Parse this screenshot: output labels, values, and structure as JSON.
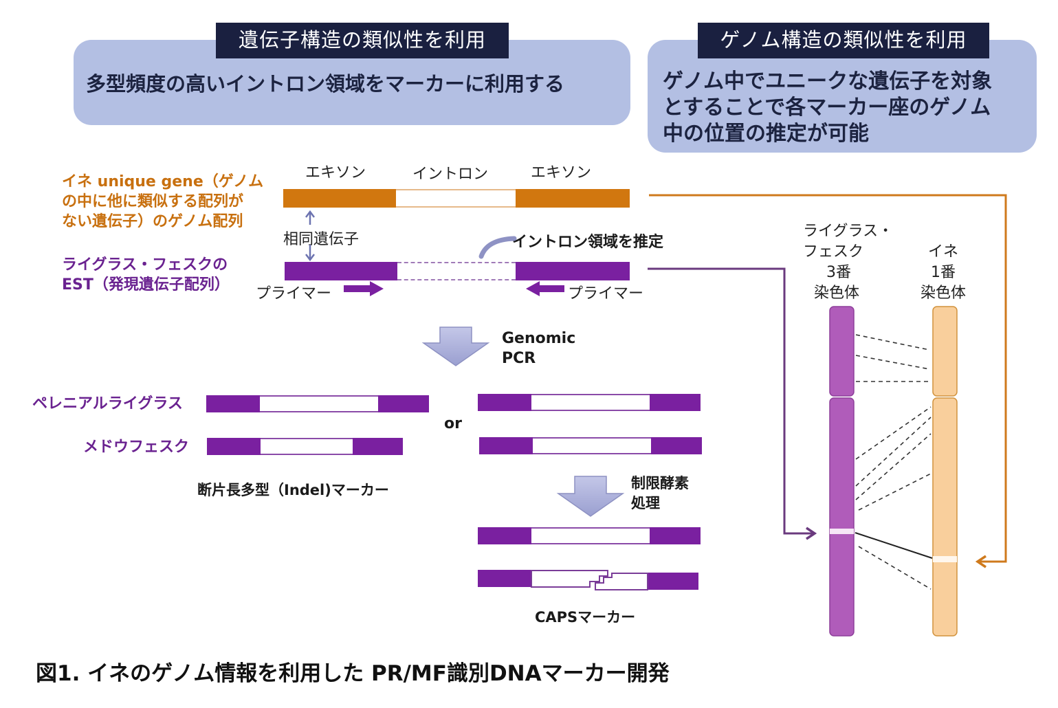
{
  "panels": {
    "left": {
      "tag": "遺伝子構造の類似性を利用",
      "body": "多型頻度の高いイントロン領域をマーカーに利用する"
    },
    "right": {
      "tag": "ゲノム構造の類似性を利用",
      "body_lines": [
        "ゲノム中でユニークな遺伝子を対象",
        "とすることで各マーカー座のゲノム",
        "中の位置の推定が可能"
      ]
    }
  },
  "gene_structure": {
    "rice_label_lines": [
      "イネ unique gene（ゲノム",
      "の中に他に類似する配列が",
      "ない遺伝子）のゲノム配列"
    ],
    "est_label_lines": [
      "ライグラス・フェスクの",
      "EST（発現遺伝子配列）"
    ],
    "exon_label": "エキソン",
    "intron_label": "イントロン",
    "homolog_label": "相同遺伝子",
    "intron_estimate_label": "イントロン領域を推定",
    "primer_label": "プライマー"
  },
  "pcr": {
    "step_label_lines": [
      "Genomic",
      "PCR"
    ],
    "species": [
      "ペレニアルライグラス",
      "メドウフェスク"
    ],
    "or_label": "or",
    "indel_label": "断片長多型（Indel)マーカー",
    "enzyme_label_lines": [
      "制限酵素",
      "処理"
    ],
    "caps_label": "CAPSマーカー"
  },
  "chromosomes": {
    "ryegrass_label_lines": [
      "ライグラス・",
      "フェスク",
      "3番",
      "染色体"
    ],
    "rice_label_lines": [
      "イネ",
      "1番",
      "染色体"
    ]
  },
  "caption": "図1. イネのゲノム情報を利用した PR/MF識別DNAマーカー開発",
  "colors": {
    "panel_bg": "#b3bfe3",
    "panel_tag_bg": "#1a2040",
    "rice_orange": "#d1770f",
    "grass_purple": "#7a20a0",
    "ryegrass_chrom": "#b05cba",
    "rice_chrom": "#f9cf9c",
    "arrow_lavender": "#a9addb"
  }
}
